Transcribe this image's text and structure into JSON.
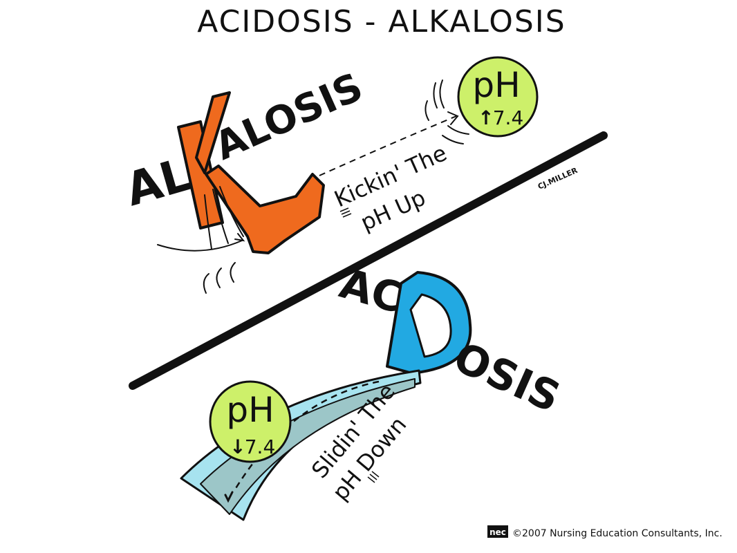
{
  "title": "ACIDOSIS - ALKALOSIS",
  "alkalosis": {
    "prefix": "AL",
    "big_letter": "K",
    "suffix": "ALOSIS",
    "caption_line1": "Kickin' The",
    "caption_line2": "pH Up",
    "ph_label": "pH",
    "ph_value": "7.4",
    "arrow_glyph": "↑"
  },
  "acidosis": {
    "prefix": "ACI",
    "big_letter": "D",
    "suffix": "OSIS",
    "caption_line1": "Slidin' The",
    "caption_line2": "pH Down",
    "ph_label": "pH",
    "ph_value": "7.4",
    "arrow_glyph": "↓"
  },
  "signature": "CJ.MILLER",
  "footer": {
    "logo_text": "nec",
    "copyright": "©2007 Nursing Education Consultants, Inc."
  },
  "colors": {
    "alkalosis_orange": "#ef6a1e",
    "acidosis_blue": "#22a9e2",
    "ph_circle_green": "#cdf06a",
    "slide_blue": "#a7e3ef",
    "slide_track": "#9cc6c8",
    "ink": "#111111"
  }
}
